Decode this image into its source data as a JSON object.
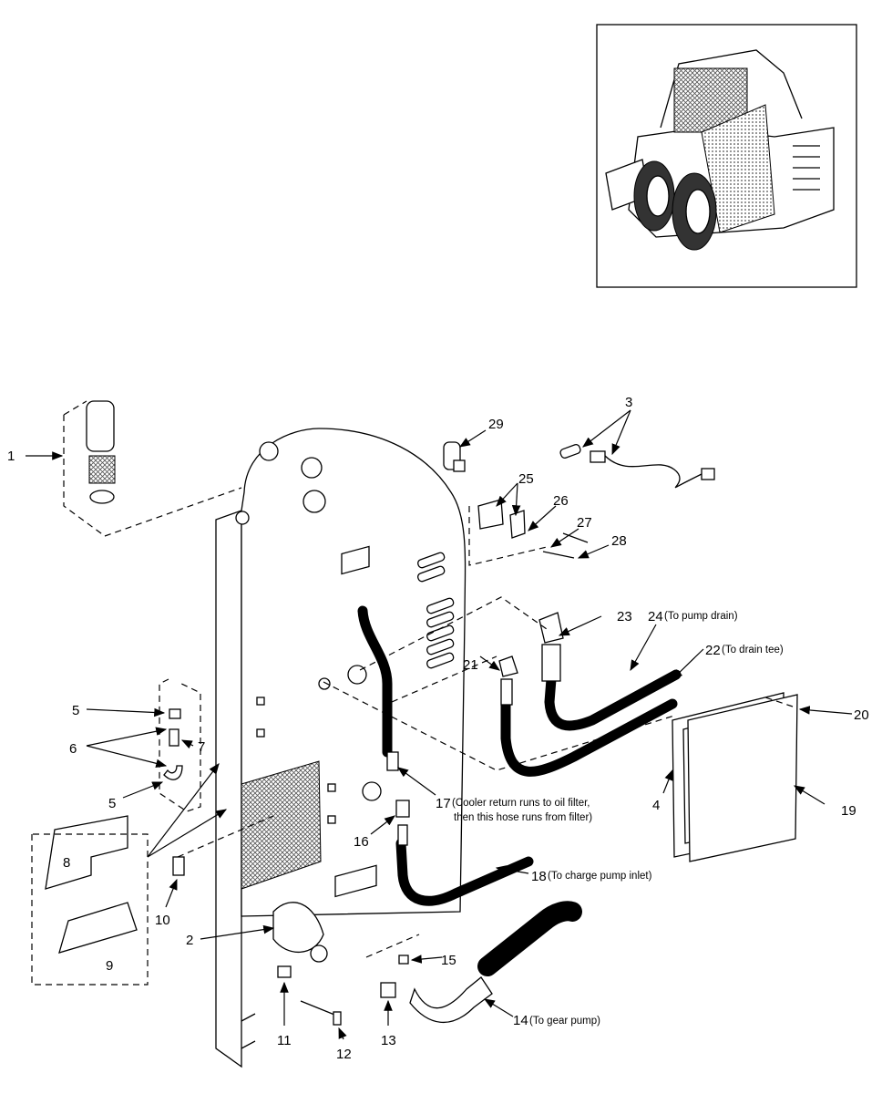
{
  "callouts": {
    "c1": "1",
    "c2": "2",
    "c3": "3",
    "c4": "4",
    "c5a": "5",
    "c5b": "5",
    "c6": "6",
    "c7": "7",
    "c8": "8",
    "c9": "9",
    "c10": "10",
    "c11": "11",
    "c12": "12",
    "c13": "13",
    "c14": "14",
    "c15": "15",
    "c16": "16",
    "c17": "17",
    "c18": "18",
    "c19": "19",
    "c20": "20",
    "c21": "21",
    "c22": "22",
    "c23": "23",
    "c24": "24",
    "c25": "25",
    "c26": "26",
    "c27": "27",
    "c28": "28",
    "c29": "29"
  },
  "notes": {
    "n14": "(To gear pump)",
    "n17_line1": "(Cooler return runs to oil filter,",
    "n17_line2": "then this hose runs from filter)",
    "n18": "(To charge pump inlet)",
    "n22": "(To drain tee)",
    "n24": "(To pump drain)"
  }
}
